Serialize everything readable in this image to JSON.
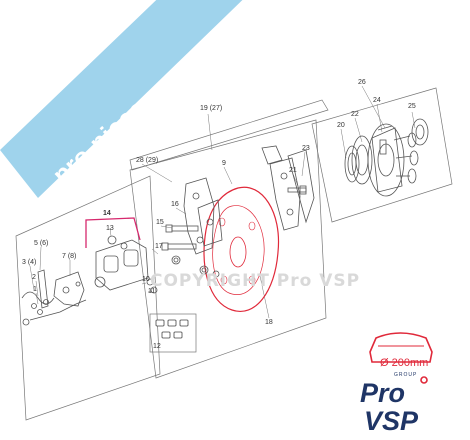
{
  "banner": {
    "text": "pro-piece-vsp.com"
  },
  "watermark": {
    "text": "COPYRIGHT Pro VSP"
  },
  "callouts": {
    "c26": "26",
    "c19": "19 (27)",
    "c24": "24",
    "c22": "22",
    "c25": "25",
    "c20": "20",
    "c23": "23",
    "c9": "9",
    "c28": "28 (29)",
    "c21": "21",
    "c16": "16",
    "c15": "15",
    "c14": "14",
    "c13": "13",
    "c17": "17",
    "c5": "5 (6)",
    "c7": "7 (8)",
    "c3": "3 (4)",
    "c2": "2",
    "c1": "1",
    "c10": "10",
    "c11": "11",
    "c12": "12",
    "c18": "18"
  },
  "logo": {
    "size_text": "Ø 200mm",
    "group_text": "GROUP",
    "brand_top": "Pro",
    "brand_bottom": "VSP"
  },
  "colors": {
    "accent_red": "#e0293a",
    "banner_blue": "#9fd3ec",
    "line": "#555555",
    "highlight": "#d6286d",
    "logo_navy": "#1f3566"
  }
}
